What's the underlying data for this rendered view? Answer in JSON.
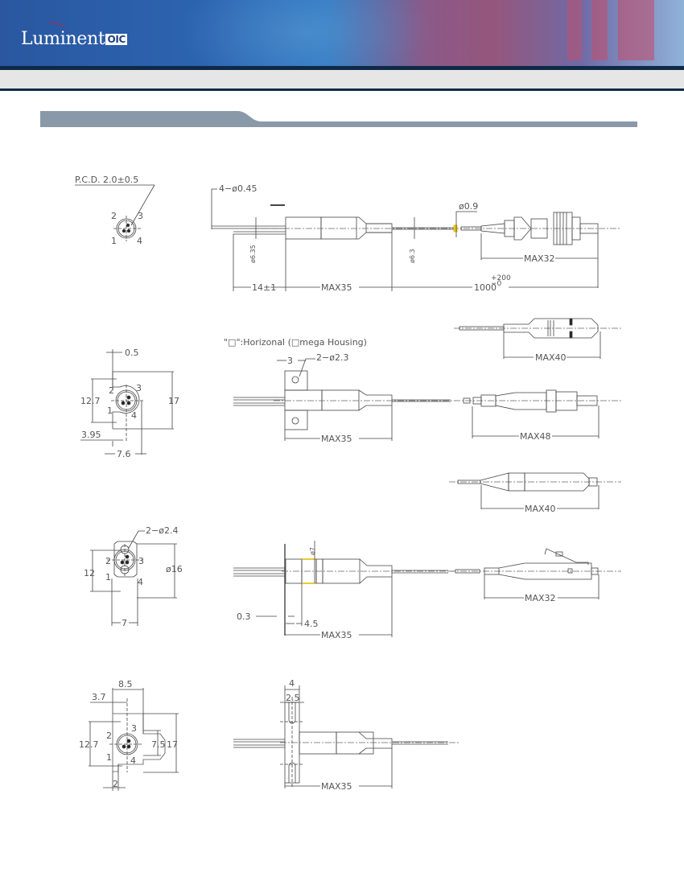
{
  "header": {
    "logo_text": "Luminent",
    "logo_suffix": "OIC",
    "brand_colors": {
      "banner_blue": "#2a57a0",
      "banner_magenta": "#95567c",
      "dark_bar": "#0e2a48",
      "light_bar": "#e6e6e6",
      "section_bar": "#8a99a8"
    }
  },
  "drawings": {
    "row1": {
      "pin_view": {
        "pcd_label": "P.C.D.  2.0±0.5",
        "pins": [
          "2",
          "3",
          "1",
          "4"
        ]
      },
      "side_view": {
        "lead_label": "4−ø0.45",
        "dia_left": "ø6.35",
        "dia_right": "ø6.3",
        "fiber_dia": "ø0.9",
        "dim_lead": "14±1",
        "dim_body": "MAX35",
        "dim_fiber": "1000",
        "dim_fiber_tol_plus": "+200",
        "dim_fiber_tol_minus": "−0"
      },
      "connector": {
        "label": "MAX32"
      }
    },
    "row2": {
      "note": "\"□\":Horizonal (□mega Housing)",
      "pin_view": {
        "dims": [
          "0.5",
          "12.7",
          "17",
          "3.95",
          "7.6"
        ],
        "pins": [
          "2",
          "3",
          "1",
          "4"
        ]
      },
      "side_view": {
        "dim_hole_offset": "3",
        "hole_label": "2−ø2.3",
        "dim_body": "MAX35"
      },
      "connector_top": {
        "label": "MAX40"
      },
      "connector_bottom": {
        "label": "MAX48"
      }
    },
    "row3": {
      "connector_top": {
        "label": "MAX40"
      },
      "pin_view": {
        "hole_label": "2−ø2.4",
        "dims": [
          "12",
          "ø16",
          "7"
        ],
        "pins": [
          "2",
          "3",
          "1",
          "4"
        ]
      },
      "side_view": {
        "dia": "ø7",
        "dim_flange": "0.3",
        "dim_step": "4.5",
        "dim_body": "MAX35"
      },
      "connector": {
        "label": "MAX32"
      }
    },
    "row4": {
      "pin_view": {
        "dims": [
          "8.5",
          "3.7",
          "12.7",
          "7.5",
          "17",
          "2"
        ],
        "pins": [
          "2",
          "3",
          "1",
          "4"
        ]
      },
      "side_view": {
        "dim_top": "4",
        "dim_slot": "2.5",
        "dim_body": "MAX35"
      }
    }
  }
}
